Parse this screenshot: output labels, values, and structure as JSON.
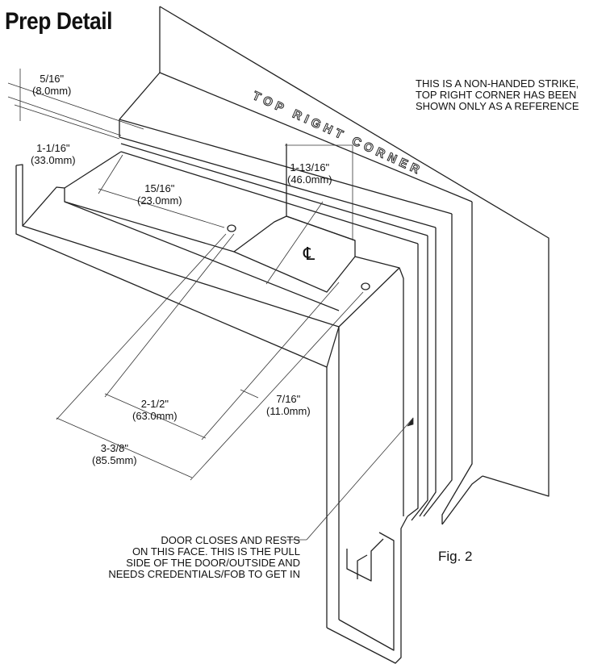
{
  "title": "Prep Detail",
  "figure_label": "Fig. 2",
  "corner_label": "TOP RIGHT CORNER",
  "centerline_symbol": "℄",
  "notes": {
    "strike": [
      "THIS IS A NON-HANDED STRIKE,",
      "TOP RIGHT CORNER HAS BEEN",
      "SHOWN ONLY AS A REFERENCE"
    ],
    "door_face": [
      "DOOR CLOSES AND RESTS",
      "ON THIS FACE. THIS IS THE PULL",
      "SIDE OF THE DOOR/OUTSIDE AND",
      "NEEDS CREDENTIALS/FOB TO GET IN"
    ]
  },
  "dimensions": [
    {
      "imperial": "5/16\"",
      "metric": "(8.0mm)"
    },
    {
      "imperial": "1-1/16\"",
      "metric": "(33.0mm)"
    },
    {
      "imperial": "15/16\"",
      "metric": "(23.0mm)"
    },
    {
      "imperial": "1-13/16\"",
      "metric": "(46.0mm)"
    },
    {
      "imperial": "2-1/2\"",
      "metric": "(63.0mm)"
    },
    {
      "imperial": "7/16\"",
      "metric": "(11.0mm)"
    },
    {
      "imperial": "3-3/8\"",
      "metric": "(85.5mm)"
    }
  ]
}
